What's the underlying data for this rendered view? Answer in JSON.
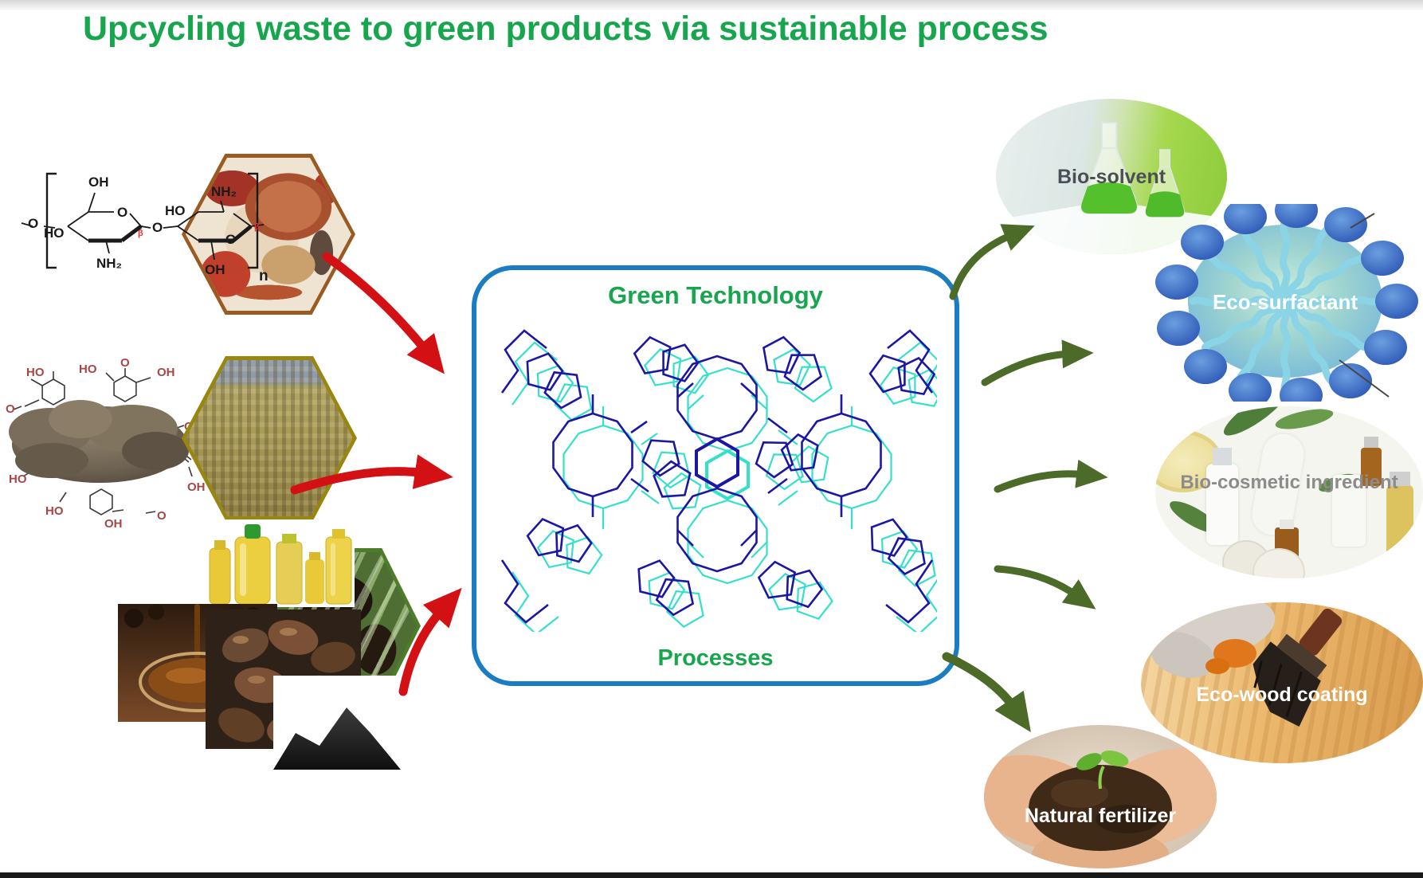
{
  "title": {
    "text": "Upcycling waste to green products via sustainable process",
    "color": "#17a64e"
  },
  "center_box": {
    "heading": "Green Technology",
    "footing": "Processes",
    "border_color": "#1a7cc1"
  },
  "products": {
    "bio_solvent": "Bio-solvent",
    "eco_surfactant": "Eco-surfactant",
    "bio_cosmetic": "Bio-cosmetic ingredient",
    "eco_wood": "Eco-wood coating",
    "natural_fertilizer": "Natural fertilizer"
  },
  "chitin": {
    "o_left": "O",
    "oh_top": "OH",
    "ho_left": "HO",
    "o_ring1": "O",
    "nh2_bottom": "NH₂",
    "beta1": "β",
    "o_bridge": "O",
    "ho_mid": "HO",
    "nh2_top": "NH₂",
    "o_ring2": "O",
    "oh_bottom": "OH",
    "beta2": "β",
    "repeat": "n"
  },
  "lignin": {
    "l1": "HO",
    "l2": "HO",
    "l3": "O",
    "l4": "OH",
    "l5": "O",
    "l6": "OH",
    "l7": "O",
    "l8": "OH",
    "l9": "HO",
    "l10": "HO",
    "l11": "OH",
    "l12": "O"
  },
  "colors": {
    "title_green": "#17a64e",
    "box_blue": "#1a7cc1",
    "red_arrow": "#d31114",
    "green_arrow": "#4c6b28",
    "zeolite_navy": "#1b16a4",
    "zeolite_cyan": "#35e0ca",
    "crab_hex_border": "#9a5a22",
    "field_hex_border": "#98860f",
    "palm_hex_border": "#4d7c2b",
    "lignin_label": "#a34848"
  }
}
